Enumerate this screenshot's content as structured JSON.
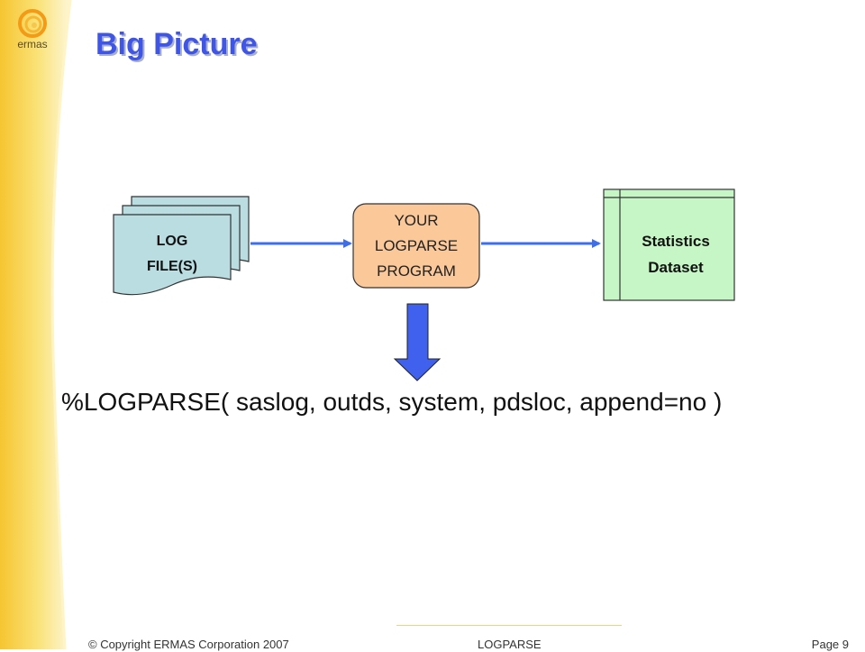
{
  "slide": {
    "title": "Big Picture",
    "logo_text": "ermas",
    "macro_call": "%LOGPARSE( saslog, outds, system, pdsloc, append=no )",
    "footer_left": "© Copyright ERMAS Corporation 2007",
    "footer_center": "LOGPARSE",
    "footer_right": "Page 9"
  },
  "diagram": {
    "log_files": {
      "line1": "LOG",
      "line2": "FILE(S)"
    },
    "program": {
      "line1": "YOUR",
      "line2": "LOGPARSE",
      "line3": "PROGRAM"
    },
    "dataset": {
      "line1": "Statistics",
      "line2": "Dataset"
    }
  },
  "colors": {
    "title": "#3f55e6",
    "arrow": "#3f6fe8",
    "log_fill": "#b9dde0",
    "program_fill": "#fbc89a",
    "dataset_fill": "#c6f5c6",
    "stripe": "#f7d23c"
  },
  "icons": [
    "ermas-logo-icon",
    "down-arrow-icon",
    "right-arrow-icon"
  ]
}
